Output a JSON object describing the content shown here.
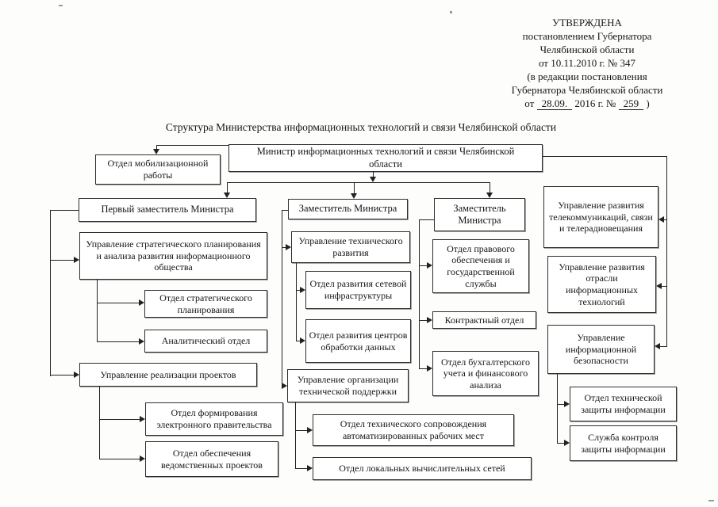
{
  "approval": {
    "line1": "УТВЕРЖДЕНА",
    "line2": "постановлением Губернатора",
    "line3": "Челябинской области",
    "line4": "от 10.11.2010 г. № 347",
    "line5": "(в редакции постановления",
    "line6": "Губернатора Челябинской области",
    "date_prefix": "от",
    "date_value": "28.09.",
    "date_middle": "2016 г. №",
    "number_value": "259",
    "suffix": ")"
  },
  "title": "Структура Министерства информационных технологий и связи Челябинской области",
  "nodes": {
    "minister": {
      "label": "Министр информационных технологий и связи Челябинской области"
    },
    "mobilization": {
      "label": "Отдел мобилизационной работы"
    },
    "first_deputy": {
      "label": "Первый заместитель Министра"
    },
    "deputy2": {
      "label": "Заместитель Министра"
    },
    "deputy3": {
      "label": "Заместитель Министра"
    },
    "strategic_dept": {
      "label": "Управление стратегического планирования и анализа развития информационного общества"
    },
    "strategic_planning": {
      "label": "Отдел стратегического планирования"
    },
    "analytical": {
      "label": "Аналитический отдел"
    },
    "project_impl": {
      "label": "Управление реализации проектов"
    },
    "egov": {
      "label": "Отдел формирования электронного правительства"
    },
    "dept_projects": {
      "label": "Отдел обеспечения ведомственных проектов"
    },
    "tech_dev": {
      "label": "Управление технического развития"
    },
    "network_infra": {
      "label": "Отдел развития сетевой инфраструктуры"
    },
    "data_centers": {
      "label": "Отдел развития центров обработки данных"
    },
    "tech_support": {
      "label": "Управление организации технической поддержки"
    },
    "workstation": {
      "label": "Отдел технического сопровождения автоматизированных рабочих мест"
    },
    "lan": {
      "label": "Отдел локальных вычислительных сетей"
    },
    "legal": {
      "label": "Отдел правового обеспечения и государственной службы"
    },
    "contract": {
      "label": "Контрактный отдел"
    },
    "accounting": {
      "label": "Отдел бухгалтерского учета и финансового анализа"
    },
    "telecom": {
      "label": "Управление развития телекоммуникаций, связи и телерадиовещания"
    },
    "it_industry": {
      "label": "Управление развития отрасли информационных технологий"
    },
    "infosec": {
      "label": "Управление информационной безопасности"
    },
    "tech_protection": {
      "label": "Отдел технической защиты информации"
    },
    "control_service": {
      "label": "Служба контроля защиты информации"
    }
  }
}
